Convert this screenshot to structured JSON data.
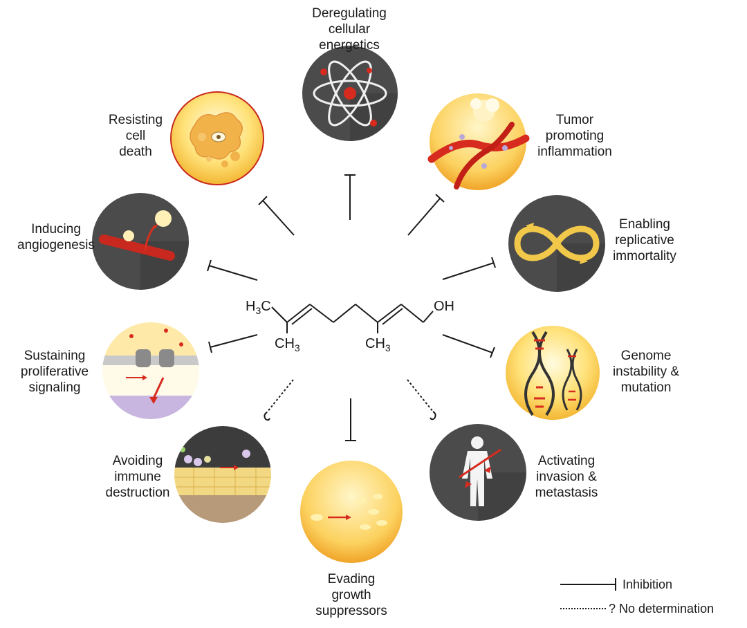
{
  "hallmarks": [
    {
      "id": "energetics",
      "label": "Deregulating\ncellular\nenergetics",
      "effect": "inhibition",
      "icon": "atom-icon"
    },
    {
      "id": "inflammation",
      "label": "Tumor\npromoting\ninflammation",
      "effect": "inhibition",
      "icon": "inflamed-vessel-icon"
    },
    {
      "id": "immortality",
      "label": "Enabling\nreplicative\nimmortality",
      "effect": "inhibition",
      "icon": "infinity-loop-icon"
    },
    {
      "id": "genome",
      "label": "Genome\ninstability &\nmutation",
      "effect": "inhibition",
      "icon": "dna-icon"
    },
    {
      "id": "metastasis",
      "label": "Activating\ninvasion &\nmetastasis",
      "effect": "no-determination",
      "icon": "human-body-icon"
    },
    {
      "id": "growth",
      "label": "Evading\ngrowth\nsuppressors",
      "effect": "inhibition",
      "icon": "cells-migrating-icon"
    },
    {
      "id": "immune",
      "label": "Avoiding\nimmune\ndestruction",
      "effect": "no-determination",
      "icon": "immune-cells-icon"
    },
    {
      "id": "proliferative",
      "label": "Sustaining\nproliferative\nsignaling",
      "effect": "inhibition",
      "icon": "membrane-receptor-icon"
    },
    {
      "id": "angiogenesis",
      "label": "Inducing\nangiogenesis",
      "effect": "inhibition",
      "icon": "blood-vessel-icon"
    },
    {
      "id": "celldeath",
      "label": "Resisting\ncell\ndeath",
      "effect": "inhibition",
      "icon": "apoptotic-cell-icon"
    }
  ],
  "molecule": {
    "h3c": "H",
    "h3c_sub": "3",
    "h3c_tail": "C",
    "ch3_a": "CH",
    "ch3_a_sub": "3",
    "ch3_b": "CH",
    "ch3_b_sub": "3",
    "oh": "OH"
  },
  "legend": {
    "inhibition": "Inhibition",
    "no_determination": "? No determination"
  },
  "colors": {
    "dark_circle": "#4a4a4a",
    "yellow_light": "#fff3b0",
    "yellow_dark": "#f5c33b",
    "red": "#d62b1e",
    "ring_red": "#c8281e"
  }
}
